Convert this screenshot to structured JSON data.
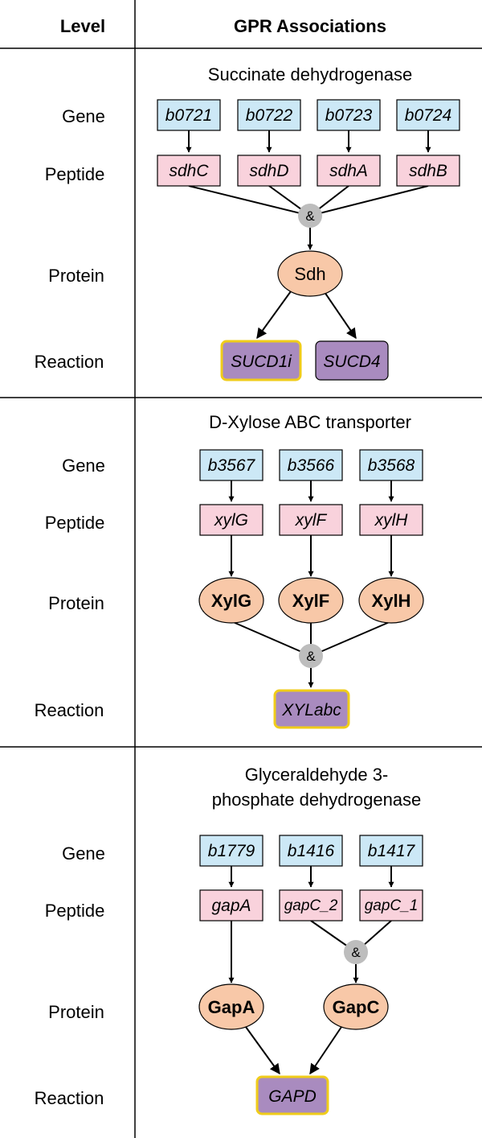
{
  "header": {
    "level": "Level",
    "gpr": "GPR Associations"
  },
  "levels": {
    "gene": "Gene",
    "peptide": "Peptide",
    "protein": "Protein",
    "reaction": "Reaction"
  },
  "and_symbol": "&",
  "colors": {
    "gene_fill": "#cce8f6",
    "peptide_fill": "#f9d2dc",
    "protein_fill": "#f8c8a8",
    "reaction_fill": "#a98bbf",
    "highlight_border": "#f0cc1a",
    "and_fill": "#bdbdbd",
    "line": "#000000"
  },
  "sections": [
    {
      "title": [
        "Succinate dehydrogenase"
      ],
      "genes": [
        "b0721",
        "b0722",
        "b0723",
        "b0724"
      ],
      "peptides": [
        "sdhC",
        "sdhD",
        "sdhA",
        "sdhB"
      ],
      "proteins": [
        "Sdh"
      ],
      "reactions": [
        {
          "label": "SUCD1i",
          "highlighted": true
        },
        {
          "label": "SUCD4",
          "highlighted": false
        }
      ]
    },
    {
      "title": [
        "D-Xylose ABC transporter"
      ],
      "genes": [
        "b3567",
        "b3566",
        "b3568"
      ],
      "peptides": [
        "xylG",
        "xylF",
        "xylH"
      ],
      "proteins": [
        "XylG",
        "XylF",
        "XylH"
      ],
      "reactions": [
        {
          "label": "XYLabc",
          "highlighted": true
        }
      ]
    },
    {
      "title": [
        "Glyceraldehyde 3-",
        "phosphate dehydrogenase"
      ],
      "genes": [
        "b1779",
        "b1416",
        "b1417"
      ],
      "peptides": [
        "gapA",
        "gapC_2",
        "gapC_1"
      ],
      "proteins": [
        "GapA",
        "GapC"
      ],
      "reactions": [
        {
          "label": "GAPD",
          "highlighted": true
        }
      ]
    }
  ]
}
